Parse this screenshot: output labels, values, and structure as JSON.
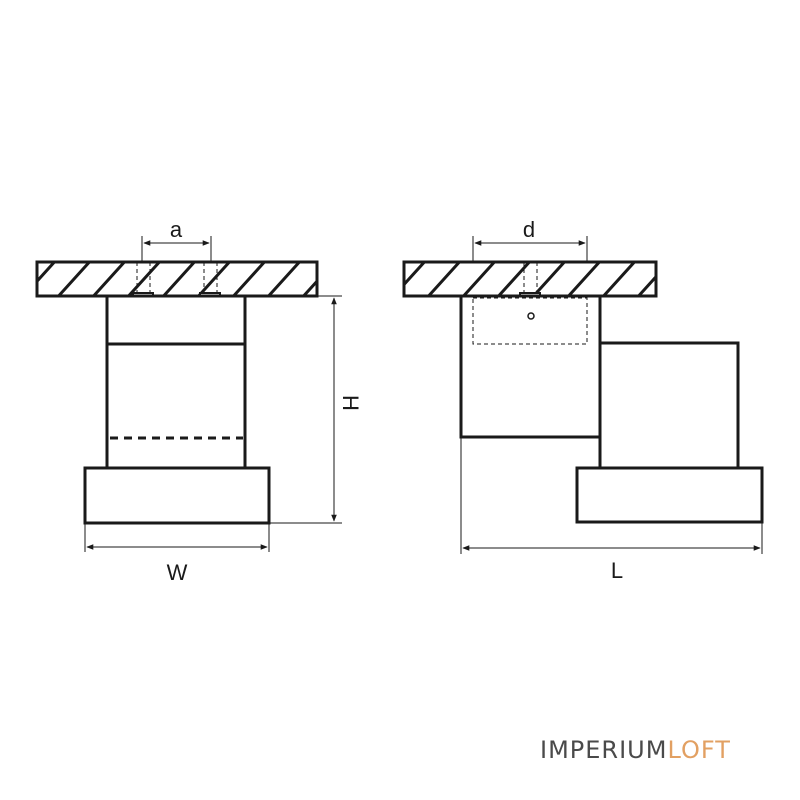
{
  "labels": {
    "a": "a",
    "d": "d",
    "h": "H",
    "w": "W",
    "l": "L"
  },
  "brand": {
    "part1": "IMPERIUM",
    "part2": "LOFT",
    "colors": {
      "part1": "#4a4a4a",
      "part2": "#e2a062"
    }
  },
  "colors": {
    "line": "#1a1a1a",
    "background": "#ffffff"
  }
}
